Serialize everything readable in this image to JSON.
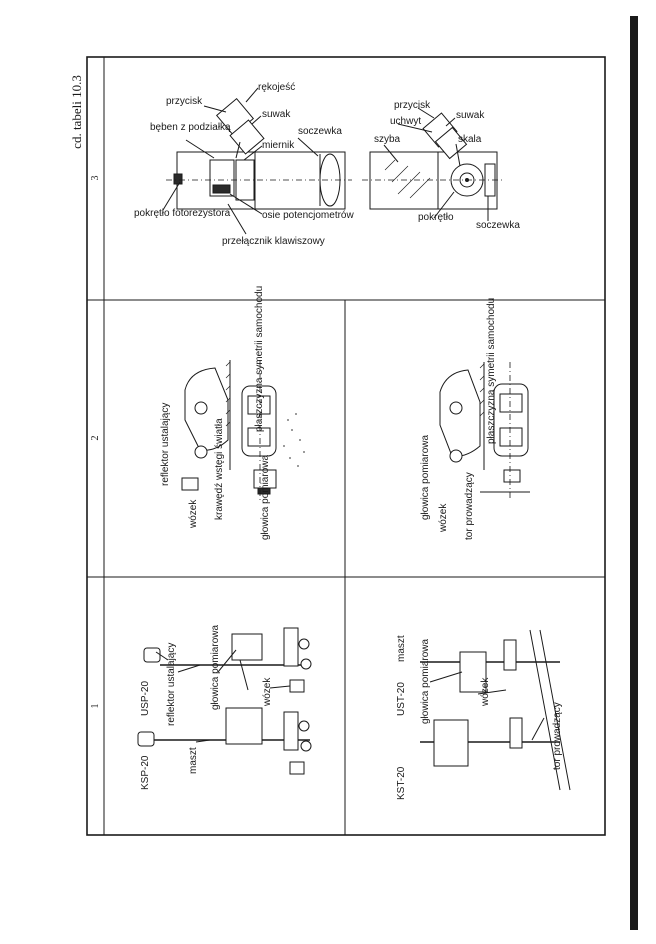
{
  "caption": "cd. tabeli 10.3",
  "column_numbers": [
    "1",
    "2",
    "3"
  ],
  "row1": {
    "col1": {
      "labels": {
        "ksp": "KSP-20",
        "usp": "USP-20",
        "reflektor": "reflektor ustalający",
        "maszt": "maszt",
        "glowica": "głowica pomiarowa",
        "wozek": "wózek"
      }
    },
    "col2": {
      "labels": {
        "reflektor": "reflektor ustalający",
        "wozek": "wózek",
        "krawedz": "krawędź wstęgi światła",
        "glowica": "głowica pomiarowa",
        "plaszczyzna": "płaszczyzna symetrii samochodu"
      }
    },
    "col3": {
      "labels": {
        "przycisk": "przycisk",
        "rekojesc": "rękojeść",
        "suwak": "suwak",
        "beben": "bęben z podziałką",
        "miernik": "miernik",
        "soczewka": "soczewka",
        "pokretlo_foto": "pokrętło fotorezystora",
        "osie": "osie potencjometrów",
        "przelacznik": "przełącznik klawiszowy",
        "przycisk2": "przycisk",
        "uchwyt": "uchwyt",
        "suwak2": "suwak",
        "szyba": "szyba",
        "skala": "skala",
        "pokretlo": "pokrętło",
        "soczewka2": "soczewka"
      }
    }
  },
  "row2": {
    "col1": {
      "labels": {
        "ust": "UST-20",
        "kst": "KST-20",
        "maszt": "maszt",
        "glowica": "głowica pomiarowa",
        "wozek": "wózek",
        "tor": "tor prowadzący"
      }
    },
    "col2": {
      "labels": {
        "glowica": "głowica pomiarowa",
        "wozek": "wózek",
        "tor": "tor prowadzący",
        "plaszczyzna": "płaszczyzna symetrii samochodu"
      }
    }
  }
}
